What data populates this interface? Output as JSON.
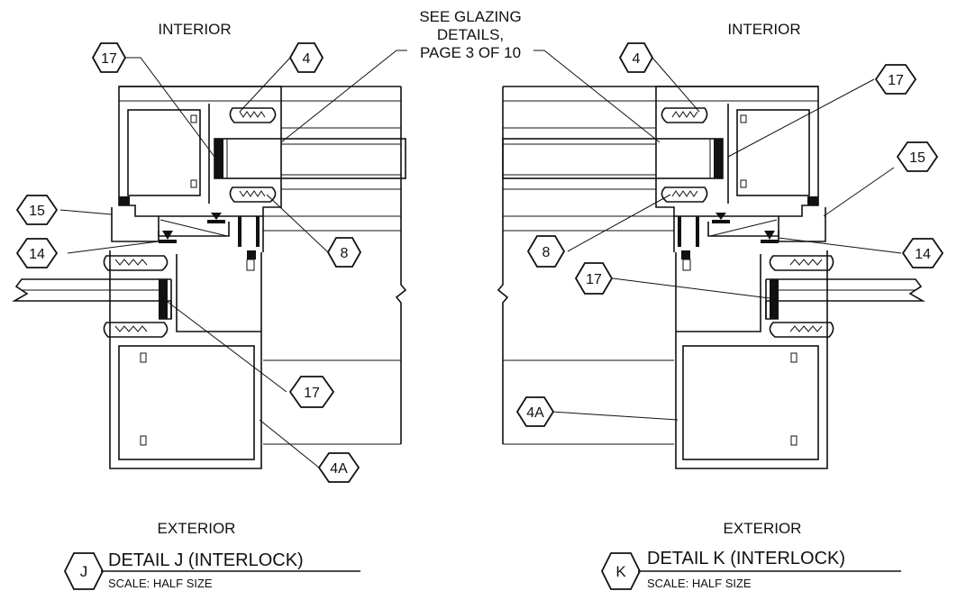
{
  "labels": {
    "interior_left": "INTERIOR",
    "interior_right": "INTERIOR",
    "exterior_left": "EXTERIOR",
    "exterior_right": "EXTERIOR",
    "glazing_note": [
      "SEE GLAZING",
      "DETAILS,",
      "PAGE 3 OF 10"
    ]
  },
  "callouts": {
    "j_17_top": "17",
    "j_4": "4",
    "j_15": "15",
    "j_14": "14",
    "j_8": "8",
    "j_17_bottom": "17",
    "j_4a": "4A",
    "k_4": "4",
    "k_17_top": "17",
    "k_15": "15",
    "k_14": "14",
    "k_8": "8",
    "k_17_mid": "17",
    "k_4a": "4A"
  },
  "details": [
    {
      "letter": "J",
      "title": "DETAIL J (INTERLOCK)",
      "scale": "SCALE: HALF SIZE"
    },
    {
      "letter": "K",
      "title": "DETAIL K (INTERLOCK)",
      "scale": "SCALE: HALF SIZE"
    }
  ]
}
